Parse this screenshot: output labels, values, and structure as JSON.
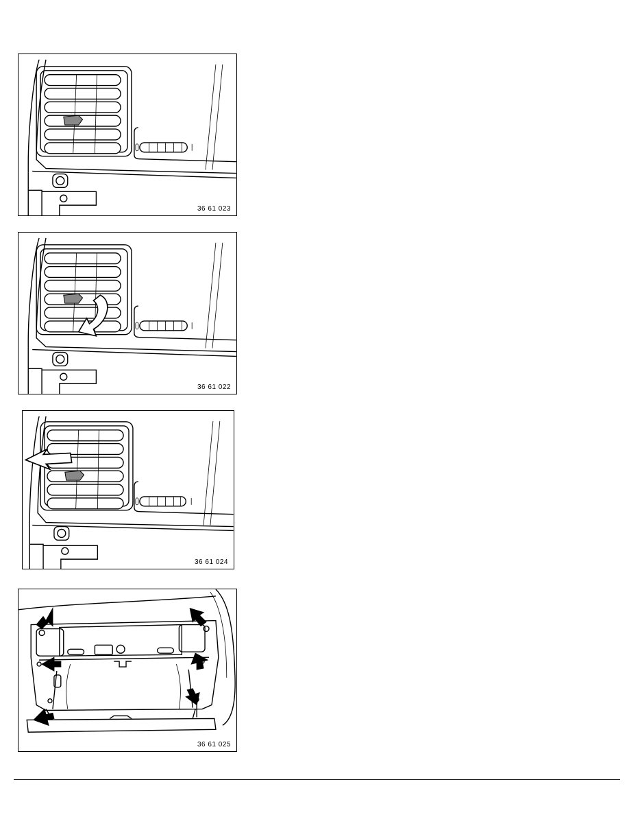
{
  "figures": [
    {
      "id": "fig1",
      "code": "36 61 023",
      "arrow": "none"
    },
    {
      "id": "fig2",
      "code": "36 61 022",
      "arrow": "curved-down"
    },
    {
      "id": "fig3",
      "code": "36 61 024",
      "arrow": "left"
    },
    {
      "id": "fig4",
      "code": "36 61 025",
      "arrow": "black-pointers"
    }
  ]
}
